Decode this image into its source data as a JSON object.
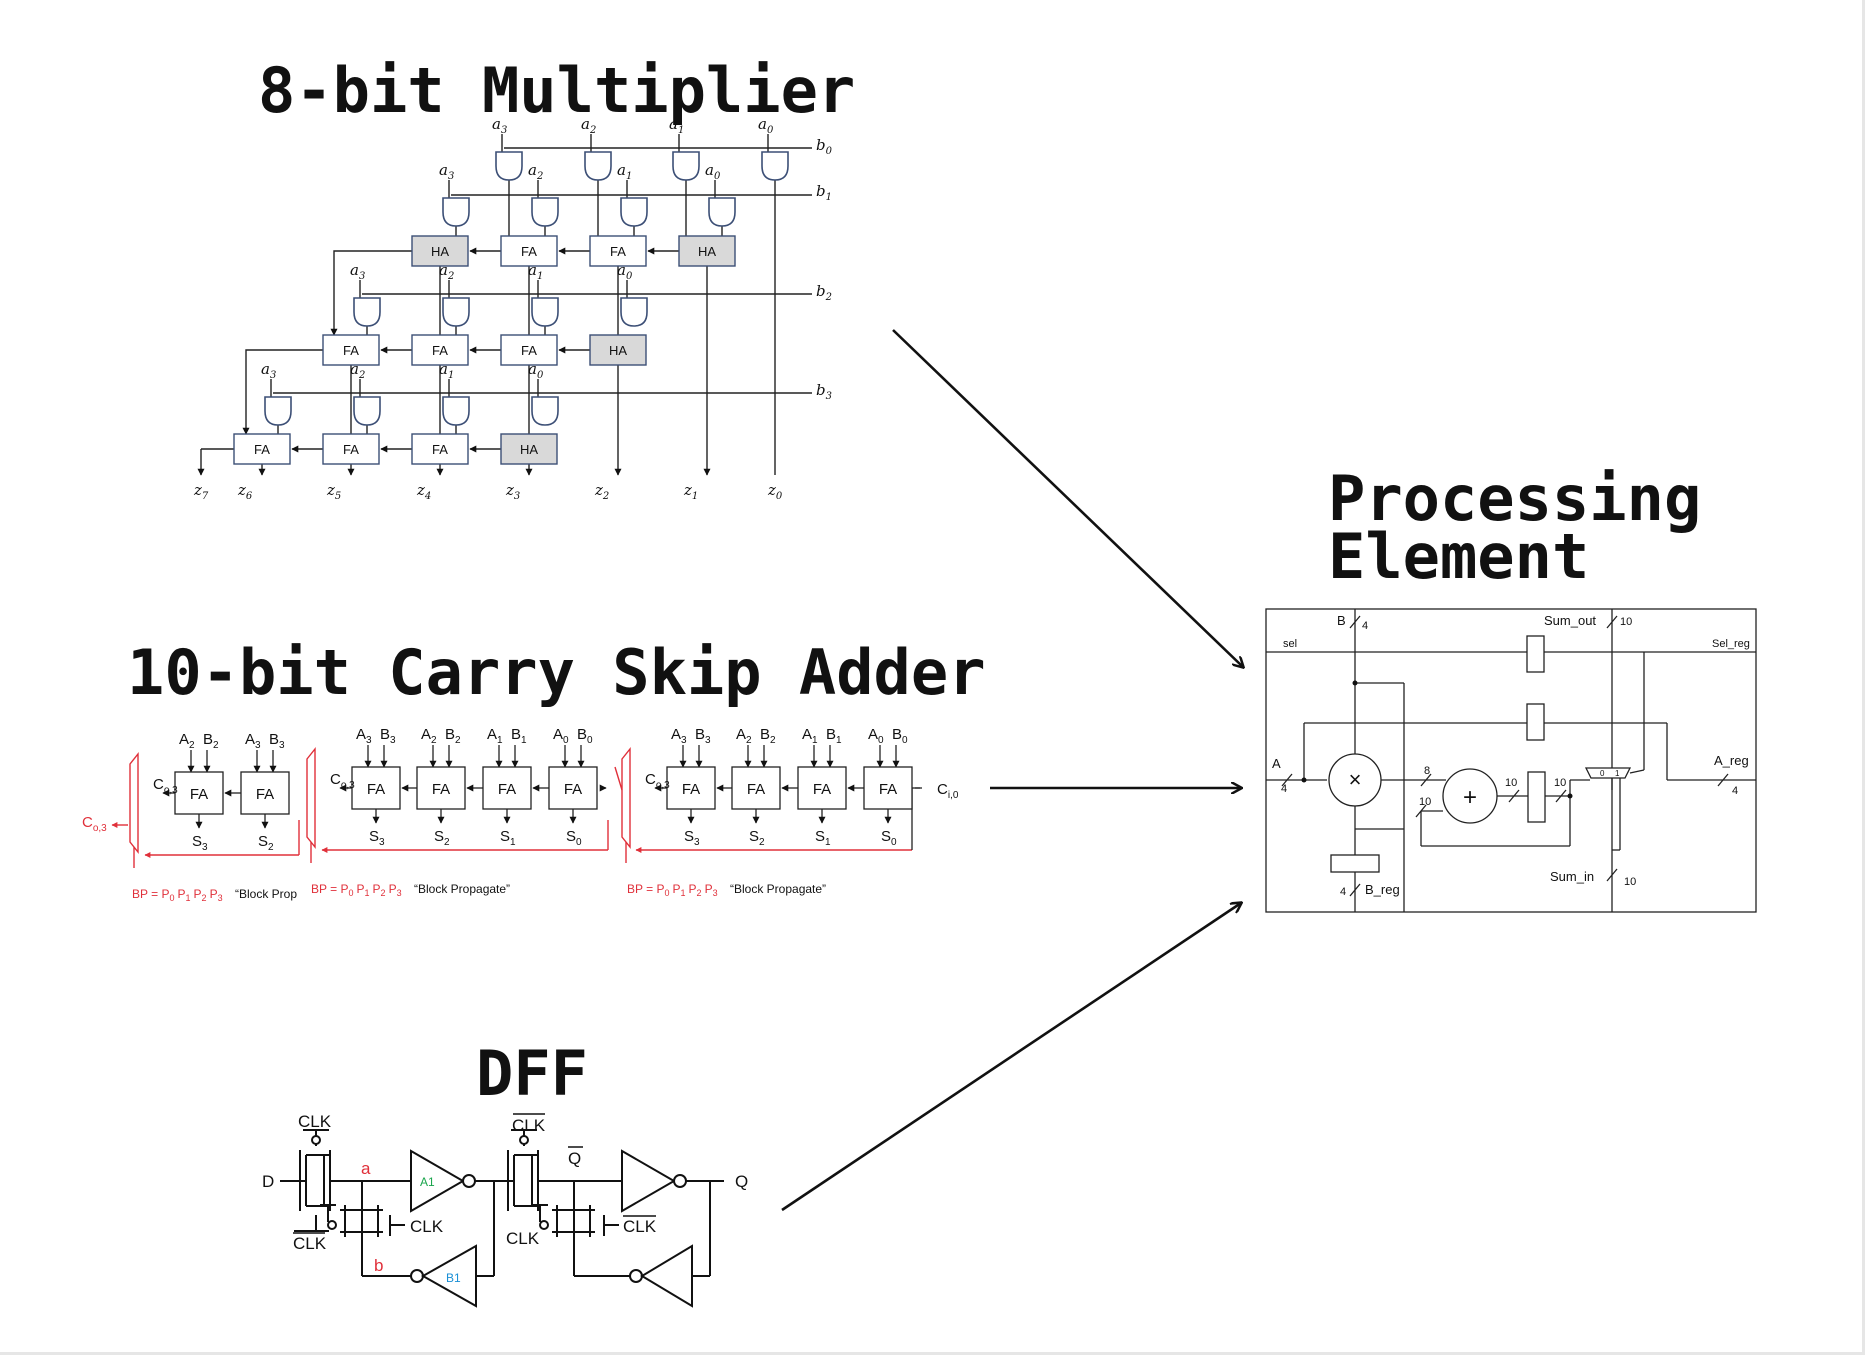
{
  "titles": {
    "multiplier": "8-bit Multiplier",
    "adder": "10-bit Carry Skip Adder",
    "dff": "DFF",
    "pe_line1": "Processing",
    "pe_line2": "Element"
  },
  "multiplier": {
    "a_labels": [
      "a",
      "a",
      "a",
      "a"
    ],
    "a_subs": [
      "3",
      "2",
      "1",
      "0"
    ],
    "b_labels": [
      "b",
      "b",
      "b",
      "b"
    ],
    "b_subs": [
      "0",
      "1",
      "2",
      "3"
    ],
    "row1": [
      "HA",
      "FA",
      "FA",
      "HA"
    ],
    "row2": [
      "FA",
      "FA",
      "FA",
      "HA"
    ],
    "row3": [
      "FA",
      "FA",
      "FA",
      "HA"
    ],
    "z_labels": [
      "z",
      "z",
      "z",
      "z",
      "z",
      "z",
      "z",
      "z"
    ],
    "z_subs": [
      "7",
      "6",
      "5",
      "4",
      "3",
      "2",
      "1",
      "0"
    ]
  },
  "adder": {
    "fa": "FA",
    "in_pairs_small": [
      [
        "A",
        "2",
        "B",
        "2"
      ],
      [
        "A",
        "3",
        "B",
        "3"
      ]
    ],
    "in_pairs": [
      [
        "A",
        "3",
        "B",
        "3"
      ],
      [
        "A",
        "2",
        "B",
        "2"
      ],
      [
        "A",
        "1",
        "B",
        "1"
      ],
      [
        "A",
        "0",
        "B",
        "0"
      ]
    ],
    "s_small": [
      [
        "S",
        "3"
      ],
      [
        "S",
        "2"
      ]
    ],
    "s_labels": [
      [
        "S",
        "3"
      ],
      [
        "S",
        "2"
      ],
      [
        "S",
        "1"
      ],
      [
        "S",
        "0"
      ]
    ],
    "co": "C",
    "co_sub": "o,3",
    "ci": "C",
    "ci_sub": "i,0",
    "bp": "BP = P",
    "bp_subs": [
      "0",
      "1",
      "2",
      "3"
    ],
    "bp_p": "P",
    "block_propagate": "“Block Propagate”",
    "block_prop_short": "“Block Prop",
    "accent_red": "#e0303a"
  },
  "dff": {
    "clk": "CLK",
    "d": "D",
    "q": "Q",
    "q_bar": "Q",
    "a": "a",
    "b": "b",
    "a1": "A1",
    "b1": "B1",
    "a1_color": "#19a44b",
    "b1_color": "#1a8fd6",
    "node_color": "#e0303a"
  },
  "pe": {
    "b": "B",
    "b_width": "4",
    "sum_out": "Sum_out",
    "sum_out_width": "10",
    "sel": "sel",
    "sel_reg": "Sel_reg",
    "a": "A",
    "a_width": "4",
    "a_reg": "A_reg",
    "a_reg_width": "4",
    "mult_symbol": "×",
    "add_symbol": "+",
    "w8": "8",
    "w10a": "10",
    "w10b": "10",
    "w10c": "10",
    "mux0": "0",
    "mux1": "1",
    "sum_in": "Sum_in",
    "sum_in_width": "10",
    "b_reg": "B_reg",
    "b_reg_width": "4"
  }
}
